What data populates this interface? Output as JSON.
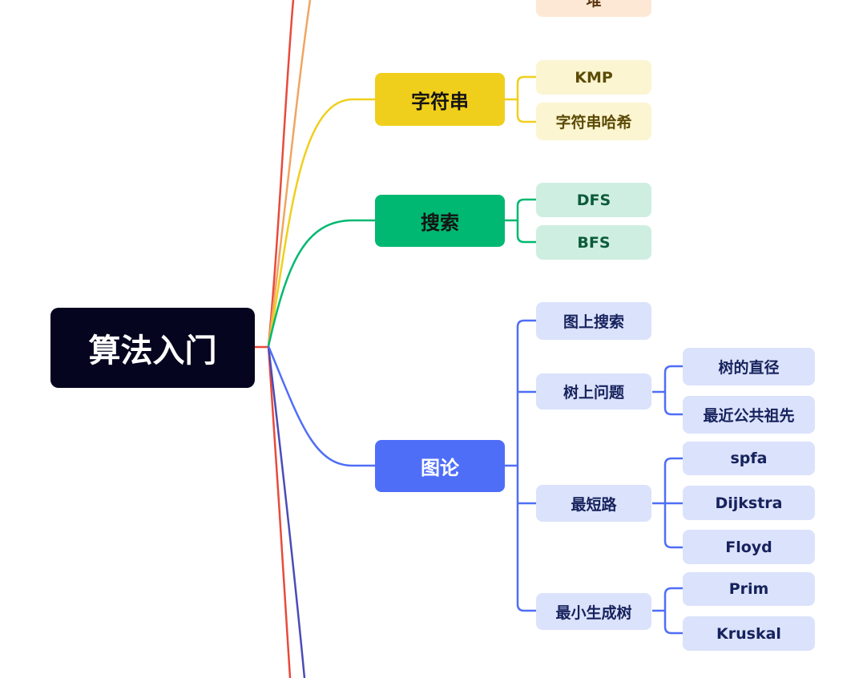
{
  "root": {
    "label": "算法入门"
  },
  "heap_branch": {
    "leaf_partial": "堆"
  },
  "string_branch": {
    "label": "字符串",
    "children": [
      "KMP",
      "字符串哈希"
    ]
  },
  "search_branch": {
    "label": "搜索",
    "children": [
      "DFS",
      "BFS"
    ]
  },
  "graph_branch": {
    "label": "图论",
    "children": [
      {
        "label": "图上搜索",
        "children": []
      },
      {
        "label": "树上问题",
        "children": [
          "树的直径",
          "最近公共祖先"
        ]
      },
      {
        "label": "最短路",
        "children": [
          "spfa",
          "Dijkstra",
          "Floyd"
        ]
      },
      {
        "label": "最小生成树",
        "children": [
          "Prim",
          "Kruskal"
        ]
      }
    ]
  },
  "colors": {
    "root": "#05051f",
    "string": "#f0cf1c",
    "search": "#00b871",
    "graph": "#4f6ef7",
    "heap": "#f0a560",
    "red_line": "#e84a3c",
    "purple_line": "#4b4bb8"
  }
}
